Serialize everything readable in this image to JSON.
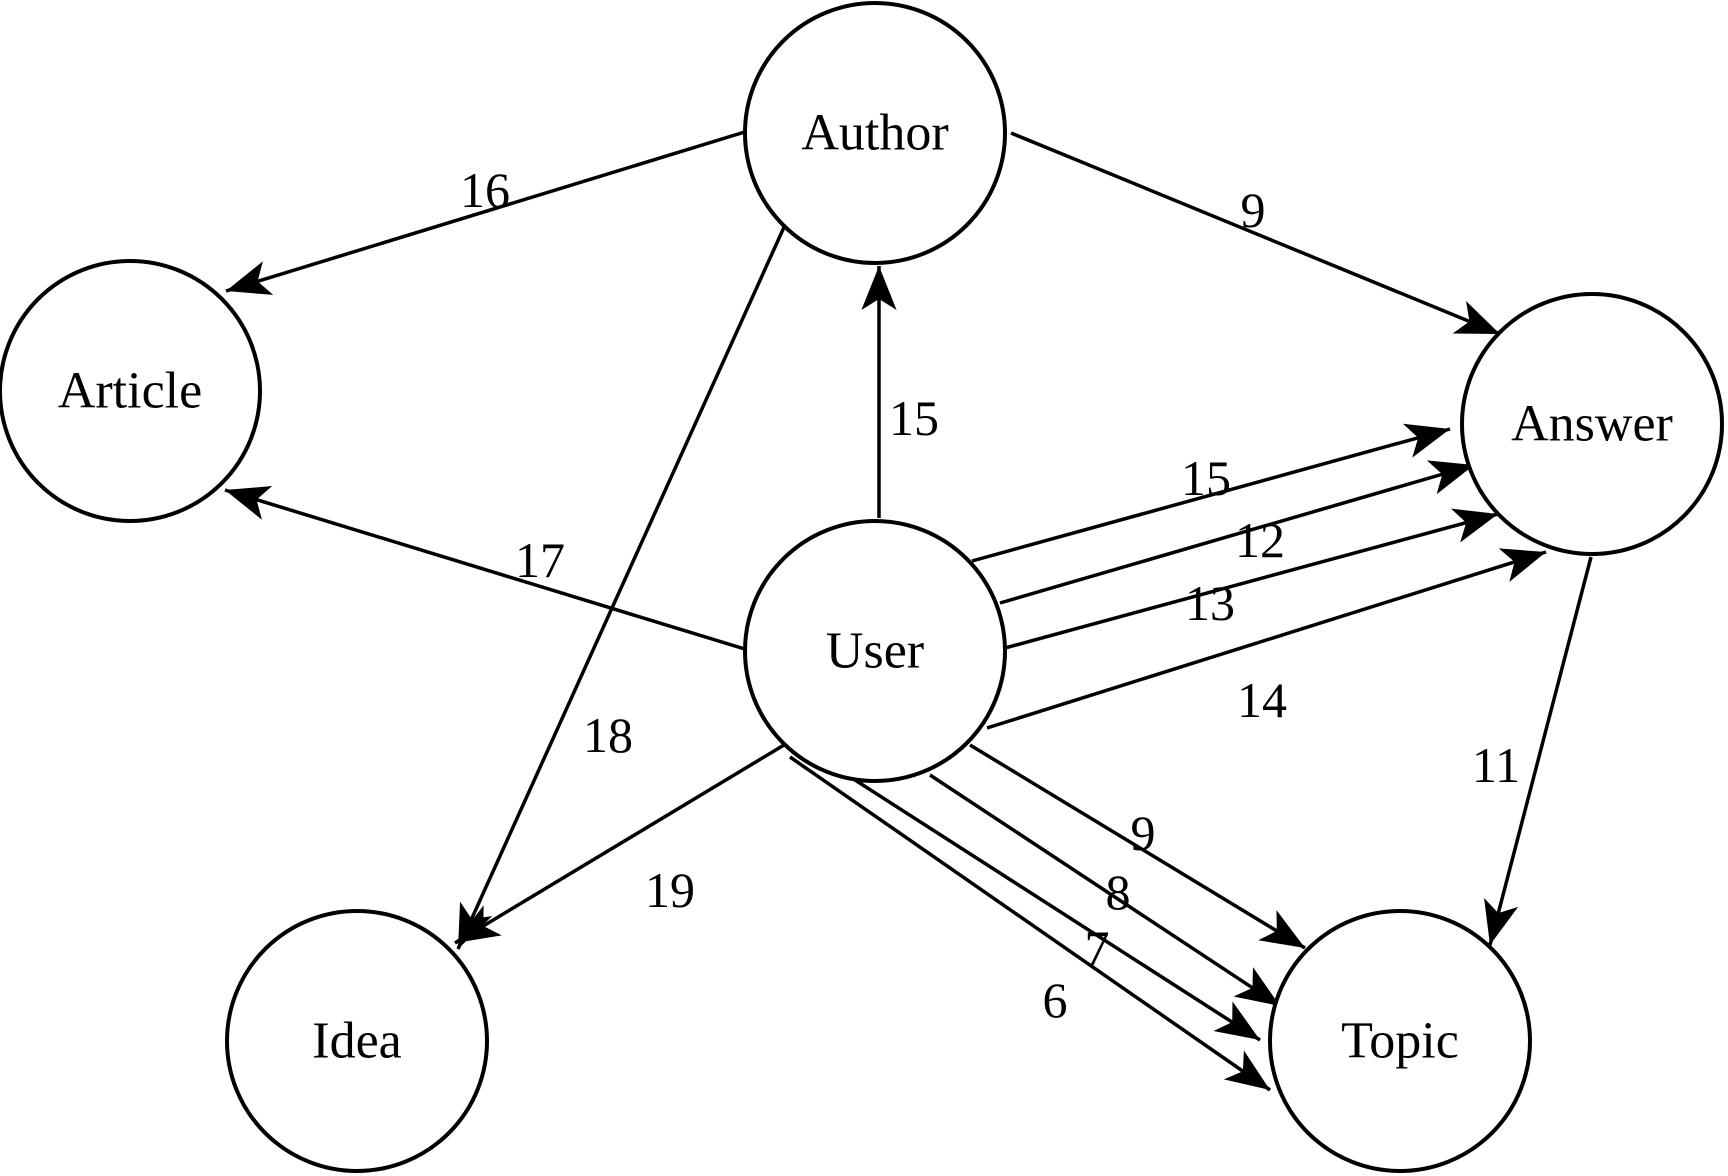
{
  "diagram": {
    "nodes": [
      {
        "id": "author",
        "label": "Author"
      },
      {
        "id": "article",
        "label": "Article"
      },
      {
        "id": "answer",
        "label": "Answer"
      },
      {
        "id": "user",
        "label": "User"
      },
      {
        "id": "idea",
        "label": "Idea"
      },
      {
        "id": "topic",
        "label": "Topic"
      }
    ],
    "edges": [
      {
        "from": "author",
        "to": "article",
        "label": "16"
      },
      {
        "from": "author",
        "to": "answer",
        "label": "9"
      },
      {
        "from": "author",
        "to": "idea",
        "label": "18"
      },
      {
        "from": "user",
        "to": "author",
        "label": "15"
      },
      {
        "from": "user",
        "to": "article",
        "label": "17"
      },
      {
        "from": "user",
        "to": "answer",
        "label": "15"
      },
      {
        "from": "user",
        "to": "answer",
        "label": "12"
      },
      {
        "from": "user",
        "to": "answer",
        "label": "13"
      },
      {
        "from": "user",
        "to": "answer",
        "label": "14"
      },
      {
        "from": "user",
        "to": "idea",
        "label": "19"
      },
      {
        "from": "user",
        "to": "topic",
        "label": "9"
      },
      {
        "from": "user",
        "to": "topic",
        "label": "8"
      },
      {
        "from": "user",
        "to": "topic",
        "label": "7"
      },
      {
        "from": "user",
        "to": "topic",
        "label": "6"
      },
      {
        "from": "answer",
        "to": "topic",
        "label": "11"
      }
    ]
  },
  "colors": {
    "stroke": "#000000",
    "background": "#ffffff"
  }
}
